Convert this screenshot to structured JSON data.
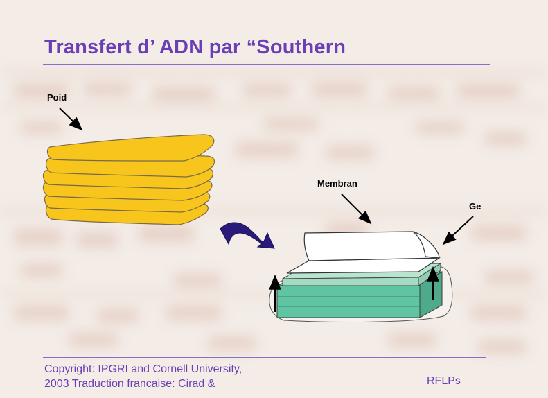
{
  "slide": {
    "title": "Transfert d’ ADN par “Southern",
    "labels": {
      "weight": "Poid",
      "membrane": "Membran",
      "gel": "Ge"
    },
    "footer": {
      "copyright_line1": "Copyright: IPGRI and Cornell University,",
      "copyright_line2": "2003 Traduction francaise: Cirad &",
      "topic": "RFLPs"
    },
    "colors": {
      "title": "#6a3fb6",
      "paper_stack": "#f7c51b",
      "paper_outline": "#7a6a4a",
      "gel": "#5fc4a1",
      "membrane_base": "#b8e4d0",
      "arrow_curved": "#2a1a7a",
      "background": "#f2ebe6"
    },
    "icons": [
      "curved-arrow-icon",
      "pointer-arrow-icon",
      "upward-flow-arrow-icon"
    ]
  }
}
